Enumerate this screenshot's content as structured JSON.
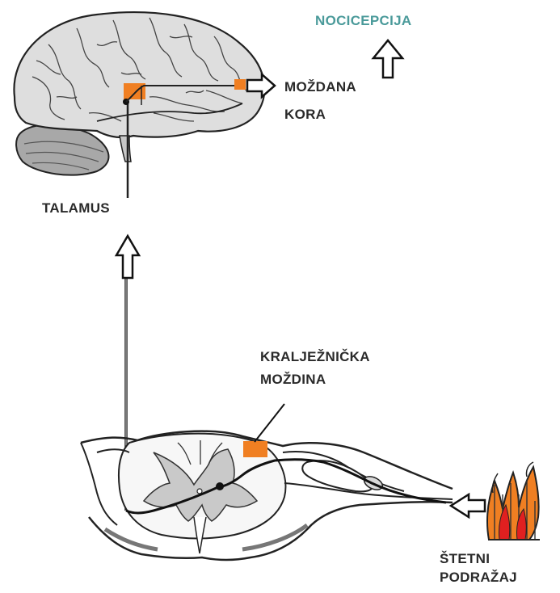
{
  "labels": {
    "nociception": "NOCICEPCIJA",
    "cortex_line1": "MOŽDANA",
    "cortex_line2": "KORA",
    "thalamus": "TALAMUS",
    "spinal_line1": "KRALJEŽNIČKA",
    "spinal_line2": "MOŽDINA",
    "stimulus_line1": "ŠTETNI",
    "stimulus_line2": "PODRAŽAJ"
  },
  "colors": {
    "marker": "#f07f22",
    "nociception_text": "#4a9a9a",
    "label_text": "#2a2a2a",
    "brain_fill": "#dedede",
    "cerebellum_fill": "#a8a8a8",
    "grey_matter": "#c9c9c9",
    "flame": "#f07f22",
    "flame_core": "#e02020"
  },
  "icons": [
    "brain",
    "cerebellum",
    "spinal-cord-section",
    "arrow-up",
    "arrow-right",
    "arrow-left",
    "flame"
  ]
}
